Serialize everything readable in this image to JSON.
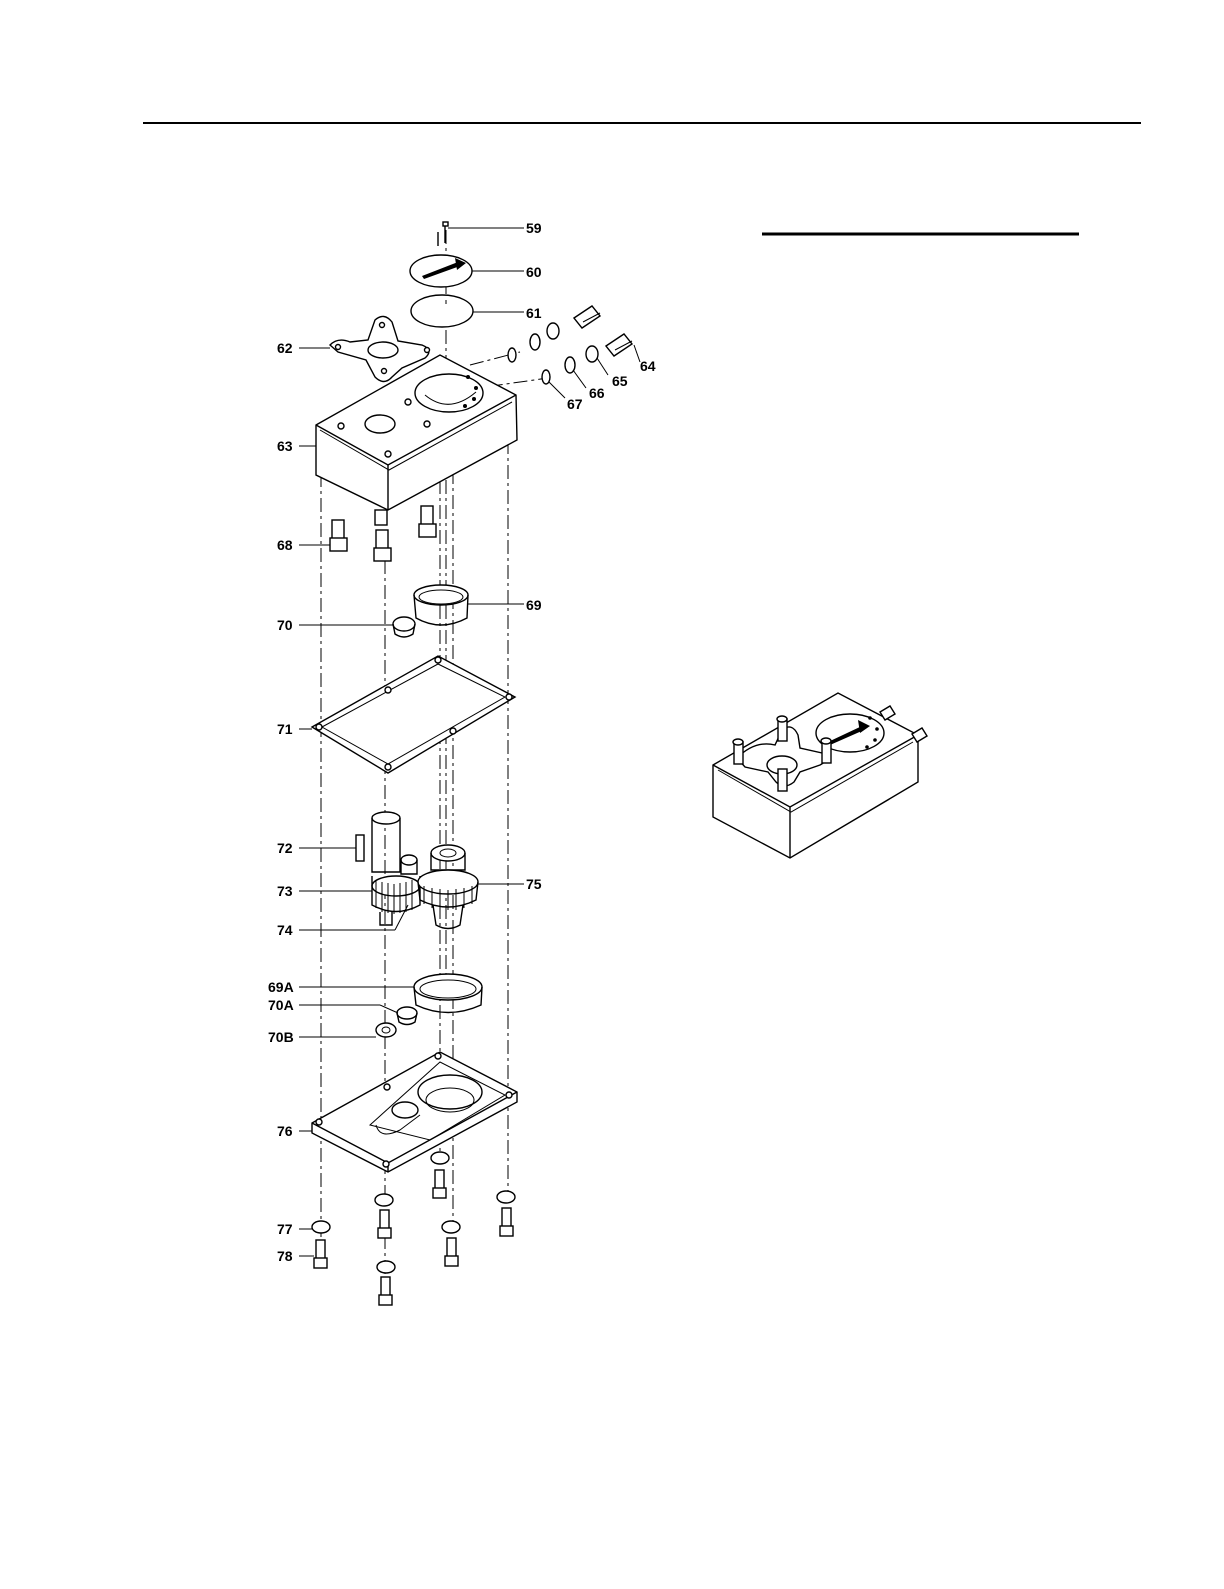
{
  "diagram": {
    "callouts": [
      {
        "id": "59",
        "label": "59"
      },
      {
        "id": "60",
        "label": "60"
      },
      {
        "id": "61",
        "label": "61"
      },
      {
        "id": "62",
        "label": "62"
      },
      {
        "id": "63",
        "label": "63"
      },
      {
        "id": "64",
        "label": "64"
      },
      {
        "id": "65",
        "label": "65"
      },
      {
        "id": "66",
        "label": "66"
      },
      {
        "id": "67",
        "label": "67"
      },
      {
        "id": "68",
        "label": "68"
      },
      {
        "id": "69",
        "label": "69"
      },
      {
        "id": "70",
        "label": "70"
      },
      {
        "id": "71",
        "label": "71"
      },
      {
        "id": "72",
        "label": "72"
      },
      {
        "id": "73",
        "label": "73"
      },
      {
        "id": "74",
        "label": "74"
      },
      {
        "id": "75",
        "label": "75"
      },
      {
        "id": "69A",
        "label": "69A"
      },
      {
        "id": "70A",
        "label": "70A"
      },
      {
        "id": "70B",
        "label": "70B"
      },
      {
        "id": "76",
        "label": "76"
      },
      {
        "id": "77",
        "label": "77"
      },
      {
        "id": "78",
        "label": "78"
      }
    ]
  }
}
